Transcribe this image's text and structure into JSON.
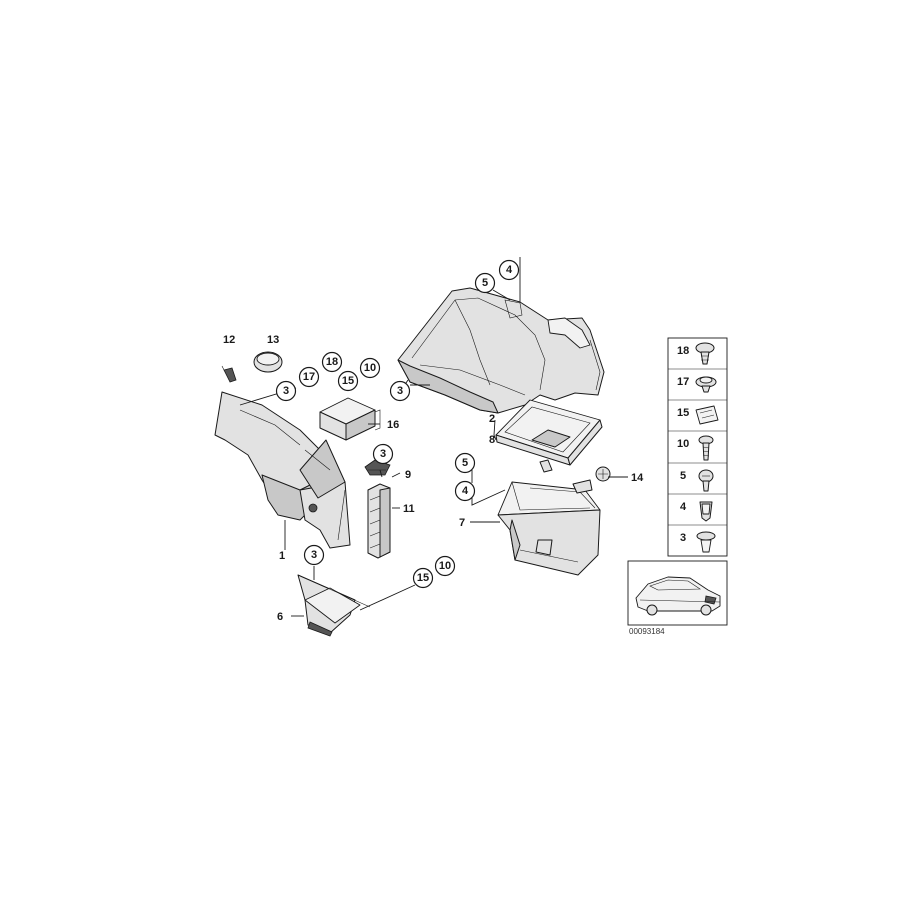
{
  "diagram": {
    "ref_code": "00093184",
    "callouts": {
      "c4_top": "4",
      "c5_top": "5",
      "c12": "12",
      "c13": "13",
      "c18": "18",
      "c17": "17",
      "c15a": "15",
      "c10a": "10",
      "c3_left": "3",
      "c3_mid": "3",
      "c2": "2",
      "c8": "8",
      "c16": "16",
      "c3_9": "3",
      "c9": "9",
      "c5_mid": "5",
      "c4_mid": "4",
      "c14": "14",
      "c11": "11",
      "c7": "7",
      "c1": "1",
      "c3_low": "3",
      "c15b": "15",
      "c10b": "10",
      "c6": "6"
    },
    "legend": [
      "18",
      "17",
      "15",
      "10",
      "5",
      "4",
      "3"
    ]
  }
}
